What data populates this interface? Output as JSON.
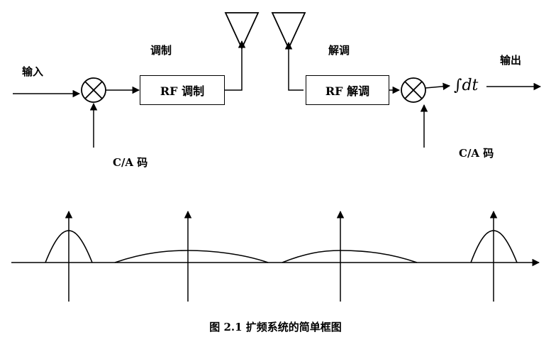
{
  "labels": {
    "input": "输入",
    "modulate": "调制",
    "demodulate": "解调",
    "output": "输出",
    "ca_code_left": "C/A 码",
    "ca_code_right": "C/A 码"
  },
  "blocks": {
    "rf_modulator": "RF 调制",
    "rf_demodulator": "RF 解调",
    "integrator": "∫dt"
  },
  "caption": "图 2.1  扩频系统的简单框图"
}
